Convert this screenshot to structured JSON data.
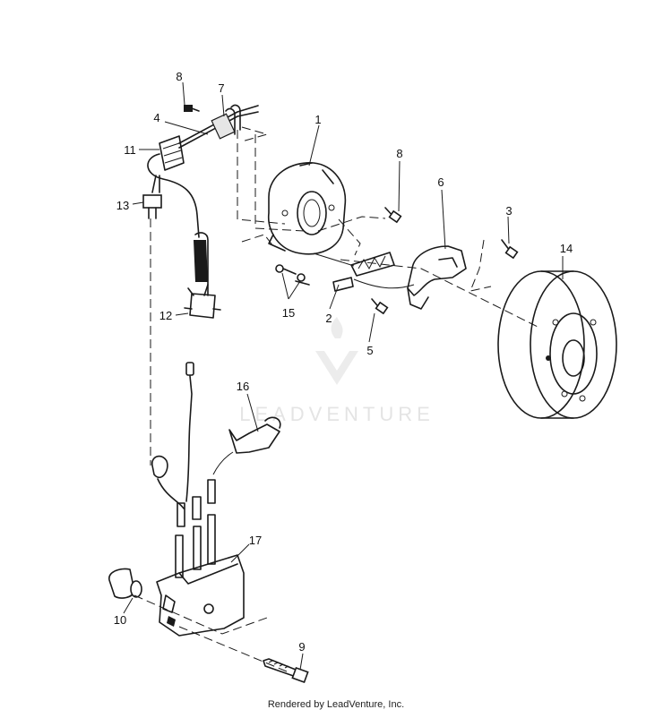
{
  "diagram": {
    "part_numbers": [
      "1",
      "2",
      "3",
      "4",
      "5",
      "6",
      "7",
      "8",
      "8",
      "9",
      "10",
      "11",
      "12",
      "13",
      "14",
      "15",
      "16",
      "17"
    ],
    "watermark": "LEADVENTURE",
    "credit": "Rendered by LeadVenture, Inc."
  }
}
